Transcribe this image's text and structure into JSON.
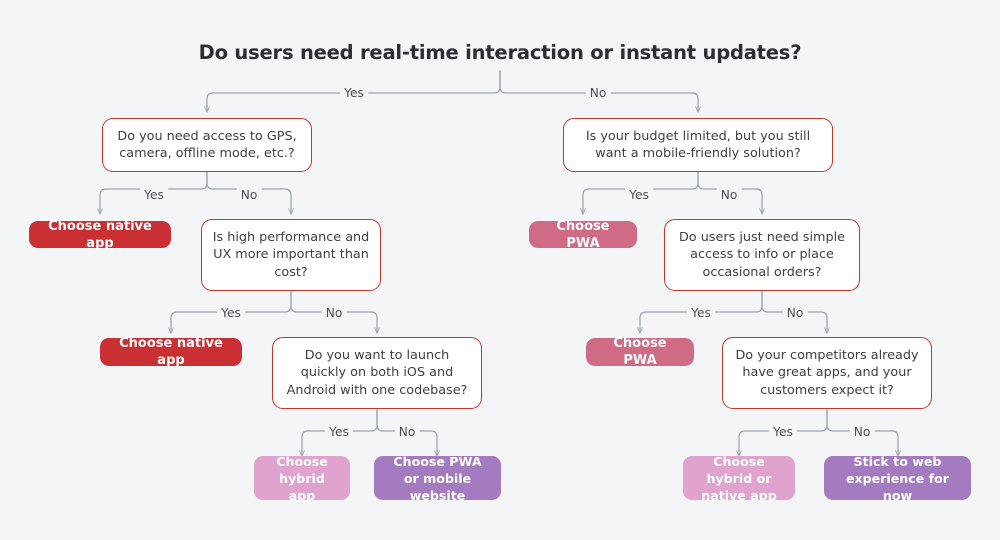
{
  "meta": {
    "kind": "decision-flowchart",
    "background_color": "#f4f5f7",
    "connector_color": "#9ca3af",
    "question_border_color": "#c0392b",
    "question_text_color": "#3c4043"
  },
  "title": "Do users need real-time interaction or instant updates?",
  "edge_labels": {
    "yes": "Yes",
    "no": "No"
  },
  "nodes": {
    "root_yes_question": "Do you need access to GPS, camera, offline mode, etc.?",
    "root_no_question": "Is your budget limited, but you still want a mobile-friendly solution?",
    "left_outcome_1": "Choose native app",
    "left_question_2": "Is high performance and UX more important than cost?",
    "left_outcome_2": "Choose native app",
    "left_question_3": "Do you want to launch quickly on both iOS and Android with one codebase?",
    "left_outcome_3a": "Choose hybrid app",
    "left_outcome_3b": "Choose PWA or mobile website",
    "right_outcome_1": "Choose PWA",
    "right_question_2": "Do users just need simple access to info or place occasional orders?",
    "right_outcome_2": "Choose PWA",
    "right_question_3": "Do your competitors already have great apps, and your customers expect it?",
    "right_outcome_3a": "Choose hybrid or native app",
    "right_outcome_3b": "Stick to web experience for now"
  },
  "outcome_colors": {
    "native_app": "#c92f33",
    "pwa": "#d06b86",
    "hybrid": "#dfa3ce",
    "web": "#a47bc0"
  },
  "edges": [
    {
      "from": "title",
      "to": "root_yes_question",
      "label": "Yes"
    },
    {
      "from": "title",
      "to": "root_no_question",
      "label": "No"
    },
    {
      "from": "root_yes_question",
      "to": "left_outcome_1",
      "label": "Yes"
    },
    {
      "from": "root_yes_question",
      "to": "left_question_2",
      "label": "No"
    },
    {
      "from": "left_question_2",
      "to": "left_outcome_2",
      "label": "Yes"
    },
    {
      "from": "left_question_2",
      "to": "left_question_3",
      "label": "No"
    },
    {
      "from": "left_question_3",
      "to": "left_outcome_3a",
      "label": "Yes"
    },
    {
      "from": "left_question_3",
      "to": "left_outcome_3b",
      "label": "No"
    },
    {
      "from": "root_no_question",
      "to": "right_outcome_1",
      "label": "Yes"
    },
    {
      "from": "root_no_question",
      "to": "right_question_2",
      "label": "No"
    },
    {
      "from": "right_question_2",
      "to": "right_outcome_2",
      "label": "Yes"
    },
    {
      "from": "right_question_2",
      "to": "right_question_3",
      "label": "No"
    },
    {
      "from": "right_question_3",
      "to": "right_outcome_3a",
      "label": "Yes"
    },
    {
      "from": "right_question_3",
      "to": "right_outcome_3b",
      "label": "No"
    }
  ]
}
